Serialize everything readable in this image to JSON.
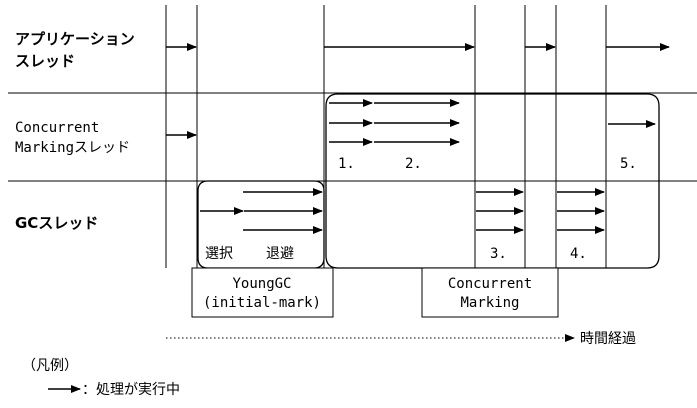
{
  "rows": {
    "app": {
      "line1": "アプリケーション",
      "line2": "スレッド"
    },
    "cm": {
      "line1": "Concurrent",
      "line2": "Markingスレッド"
    },
    "gc": {
      "label": "GCスレッド"
    }
  },
  "steps": {
    "select": "選択",
    "evacuate": "退避",
    "s1": "1.",
    "s2": "2.",
    "s3": "3.",
    "s4": "4.",
    "s5": "5."
  },
  "phases": {
    "young_line1": "YoungGC",
    "young_line2": "(initial-mark)",
    "cm_line1": "Concurrent",
    "cm_line2": "Marking"
  },
  "time_label": "時間経過",
  "legend": {
    "title": "（凡例）",
    "arrow_desc": "：処理が実行中"
  }
}
